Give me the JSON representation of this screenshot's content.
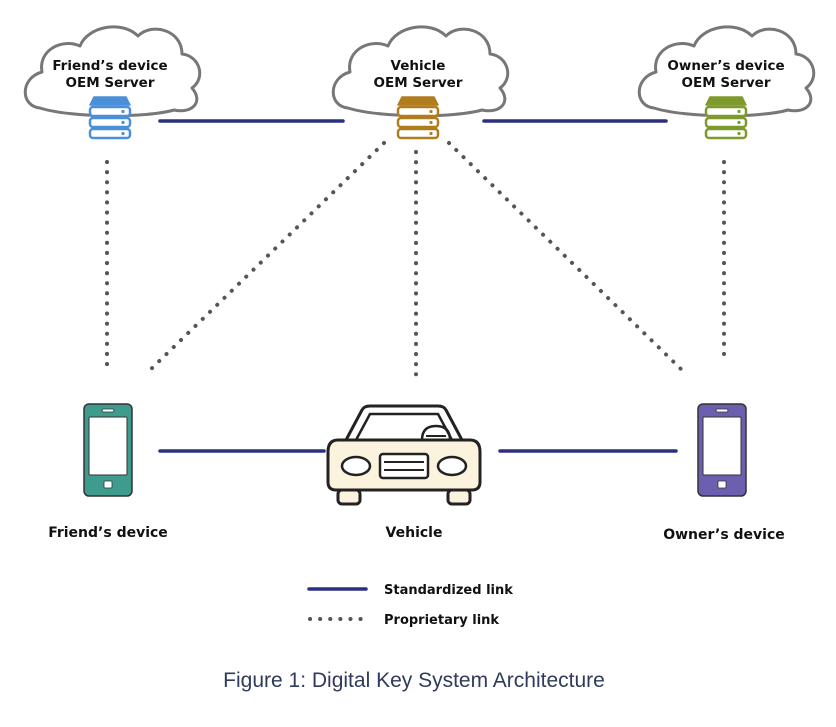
{
  "servers": {
    "friend": {
      "line1": "Friend’s device",
      "line2": "OEM Server",
      "color": "#4a8fd8"
    },
    "vehicle": {
      "line1": "Vehicle",
      "line2": "OEM Server",
      "color": "#b07d1e"
    },
    "owner": {
      "line1": "Owner’s device",
      "line2": "OEM Server",
      "color": "#7f9a2c"
    }
  },
  "devices": {
    "friend": {
      "label": "Friend’s device",
      "color": "#3f9b8e"
    },
    "vehicle": {
      "label": "Vehicle"
    },
    "owner": {
      "label": "Owner’s device",
      "color": "#6d5fb0"
    }
  },
  "links": {
    "standard_color": "#2b2f82",
    "proprietary_color": "#555555"
  },
  "legend": {
    "standardized": "Standardized link",
    "proprietary": "Proprietary link"
  },
  "caption": "Figure 1: Digital Key System Architecture"
}
